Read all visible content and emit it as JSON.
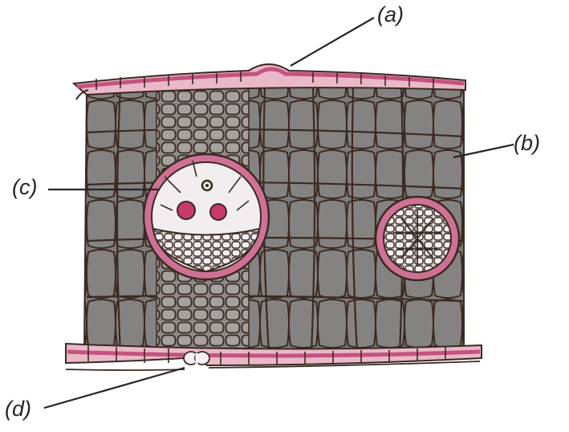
{
  "diagram": {
    "labels": {
      "a": "(a)",
      "b": "(b)",
      "c": "(c)",
      "d": "(d)"
    },
    "colors": {
      "mesophyll": "#7d7b79",
      "cell_wall": "#3a2a22",
      "epidermis": "#c4537e",
      "epidermis_light": "#e9b9c9",
      "vascular_light": "#f2eef0",
      "bundle_sheath": "#cf7195",
      "xylem": "#c8396c",
      "leader_line": "#2b2326"
    }
  }
}
